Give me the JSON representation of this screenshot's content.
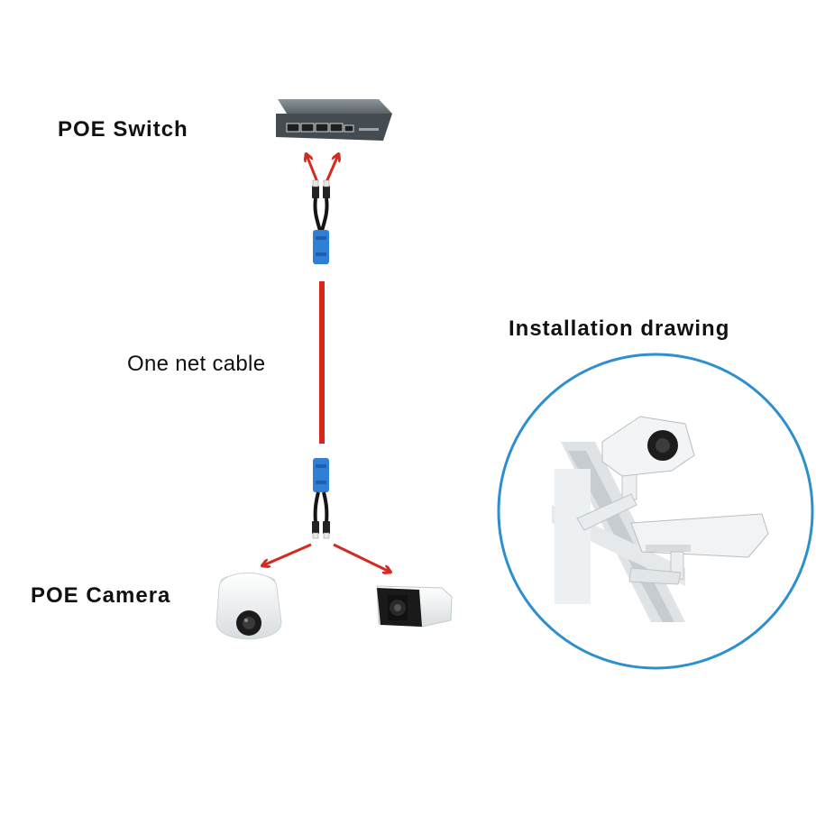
{
  "labels": {
    "poe_switch": "POE  Switch",
    "poe_camera": "POE  Camera",
    "installation_drawing": "Installation drawing",
    "one_net_cable": "One net cable"
  },
  "colors": {
    "arrow_red": "#d42a20",
    "cable_red": "#d8261c",
    "splitter_blue": "#2f7fd6",
    "circle_blue": "#2e8fce",
    "switch_body": "#4a5156"
  },
  "icons": {
    "switch": "network-switch-icon",
    "splitter": "poe-splitter-icon",
    "dome_camera": "dome-camera-icon",
    "bullet_camera": "bullet-camera-icon",
    "install_photo": "mounted-cctv-cameras-illustration"
  }
}
